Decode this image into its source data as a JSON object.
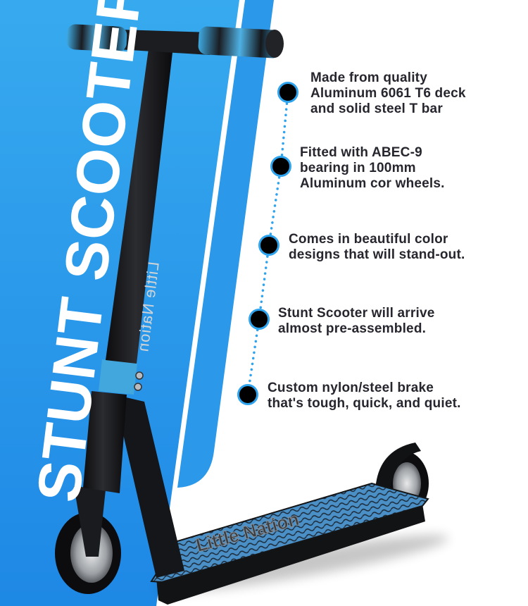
{
  "banner": {
    "title": "STUNT SCOOTER",
    "brand": "Little Nation",
    "colors": {
      "panel_blue_top": "#35a8ef",
      "panel_blue_bottom": "#1f8ae6",
      "accent_cyan": "#2ea3ee",
      "text_dark": "#26262e",
      "background": "#ffffff"
    }
  },
  "features": [
    {
      "lines": [
        "Made from quality",
        "Aluminum 6061 T6 deck",
        "and solid steel T bar"
      ]
    },
    {
      "lines": [
        "Fitted with ABEC-9",
        "bearing in 100mm",
        "Aluminum cor wheels."
      ]
    },
    {
      "lines": [
        "Comes in beautiful color",
        "designs that will stand-out."
      ]
    },
    {
      "lines": [
        "Stunt Scooter will arrive",
        "almost pre-assembled."
      ]
    },
    {
      "lines": [
        "Custom nylon/steel brake",
        "that's tough, quick, and quiet."
      ]
    }
  ],
  "product_image": {
    "subject": "black stunt scooter with blue swirl grips and blue patterned grip tape deck",
    "icons": [
      "scooter-icon",
      "wheel-icon",
      "handlebar-icon"
    ]
  }
}
